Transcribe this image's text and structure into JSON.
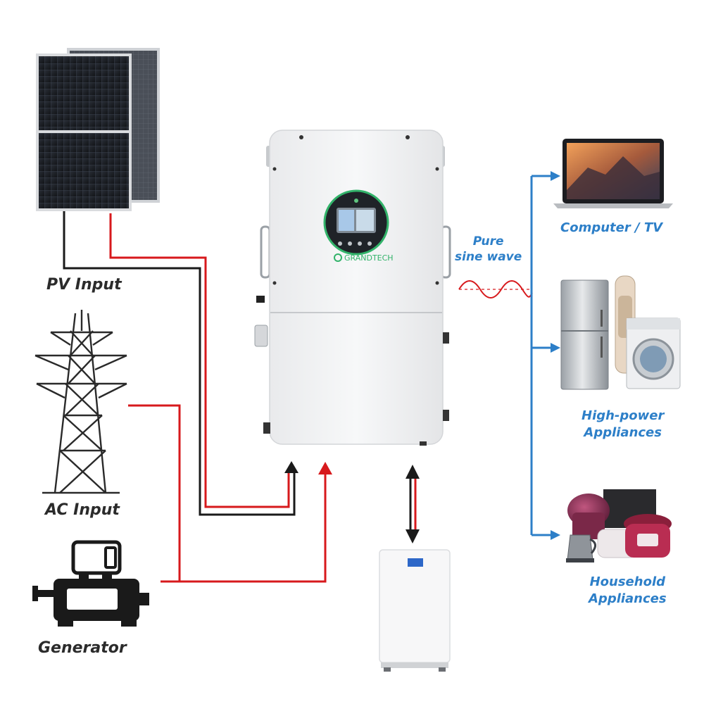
{
  "colors": {
    "wire_red": "#d7191c",
    "wire_black": "#1a1a1a",
    "arrow_blue": "#2d7fc8",
    "label_dark": "#2b2b2b",
    "label_blue": "#2d7fc8",
    "inverter_body": "#f3f4f6",
    "panel_cell": "#1b1e24"
  },
  "inputs": {
    "pv": "PV Input",
    "ac": "AC Input",
    "generator": "Generator"
  },
  "inverter": {
    "brand": "GRANDTECH"
  },
  "output": {
    "wave_label": "Pure\nsine wave",
    "computer_tv": "Computer / TV",
    "high_power": "High-power\nAppliances",
    "household": "Household\nAppliances"
  },
  "icons": [
    "solar-panel-icon",
    "power-tower-icon",
    "generator-icon",
    "laptop-icon",
    "fridge-icon",
    "washing-machine-icon",
    "rice-cooker-icon",
    "kettle-icon",
    "battery-icon"
  ]
}
